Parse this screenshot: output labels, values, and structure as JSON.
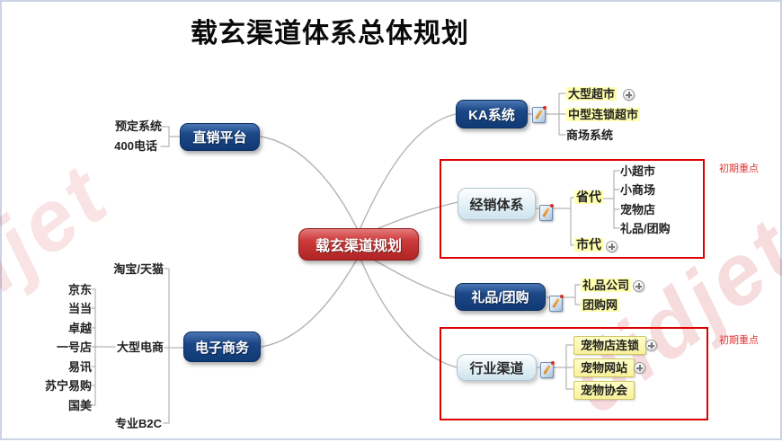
{
  "title": "载玄渠道体系总体规划",
  "watermark": "didjet",
  "center": {
    "label": "载玄渠道规划"
  },
  "annotations": {
    "early_focus_top": "初期重点",
    "early_focus_bottom": "初期重点"
  },
  "direct_sales": {
    "label": "直销平台",
    "children": [
      "预定系统",
      "400电话"
    ]
  },
  "ka": {
    "label": "KA系统",
    "children": [
      "大型超市",
      "中型连锁超市",
      "商场系统"
    ]
  },
  "distribution": {
    "label": "经销体系",
    "province": "省代",
    "city": "市代",
    "province_children": [
      "小超市",
      "小商场",
      "宠物店",
      "礼品/团购"
    ]
  },
  "gift": {
    "label": "礼品/团购",
    "children": [
      "礼品公司",
      "团购网"
    ]
  },
  "industry": {
    "label": "行业渠道",
    "children": [
      "宠物店连锁",
      "宠物网站",
      "宠物协会"
    ]
  },
  "ecommerce": {
    "label": "电子商务",
    "children": [
      "淘宝/天猫",
      "大型电商",
      "专业B2C"
    ],
    "platform_children": [
      "京东",
      "当当",
      "卓越",
      "一号店",
      "易讯",
      "苏宁易购",
      "国美"
    ]
  },
  "colors": {
    "node_blue": "#16407e",
    "node_red": "#c02c2c",
    "node_light_blue": "#d9eaf2",
    "highlight_yellow": "#ffffae",
    "frame_red": "#dc0000",
    "line_gray": "#b3b3b3",
    "border_gray_blue": "#cbd3e4"
  }
}
